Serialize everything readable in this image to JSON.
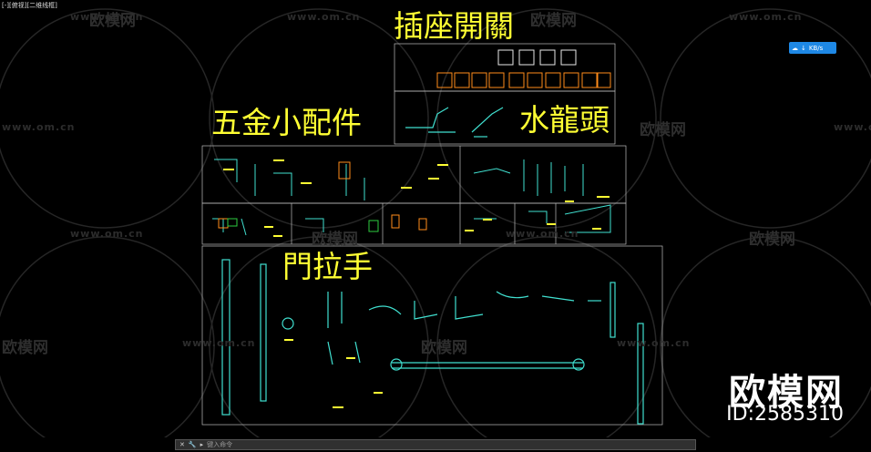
{
  "viewport": {
    "label": "[-][俯视][二维线框]"
  },
  "sections": {
    "socket_switch": "插座開關",
    "hardware": "五金小配件",
    "faucet": "水龍頭",
    "door_handle": "門拉手"
  },
  "watermark": {
    "url": "www.om.cn",
    "logo": "欧模网"
  },
  "nav_widget": {
    "label": "KB/s"
  },
  "brand": {
    "name": "欧模网",
    "id": "ID:2585310"
  },
  "command_line": {
    "placeholder": "键入命令"
  },
  "colors": {
    "label": "#ffff33",
    "frame": "#bbbbbb",
    "cyan": "#40e0d0",
    "orange": "#ff8c1a"
  }
}
